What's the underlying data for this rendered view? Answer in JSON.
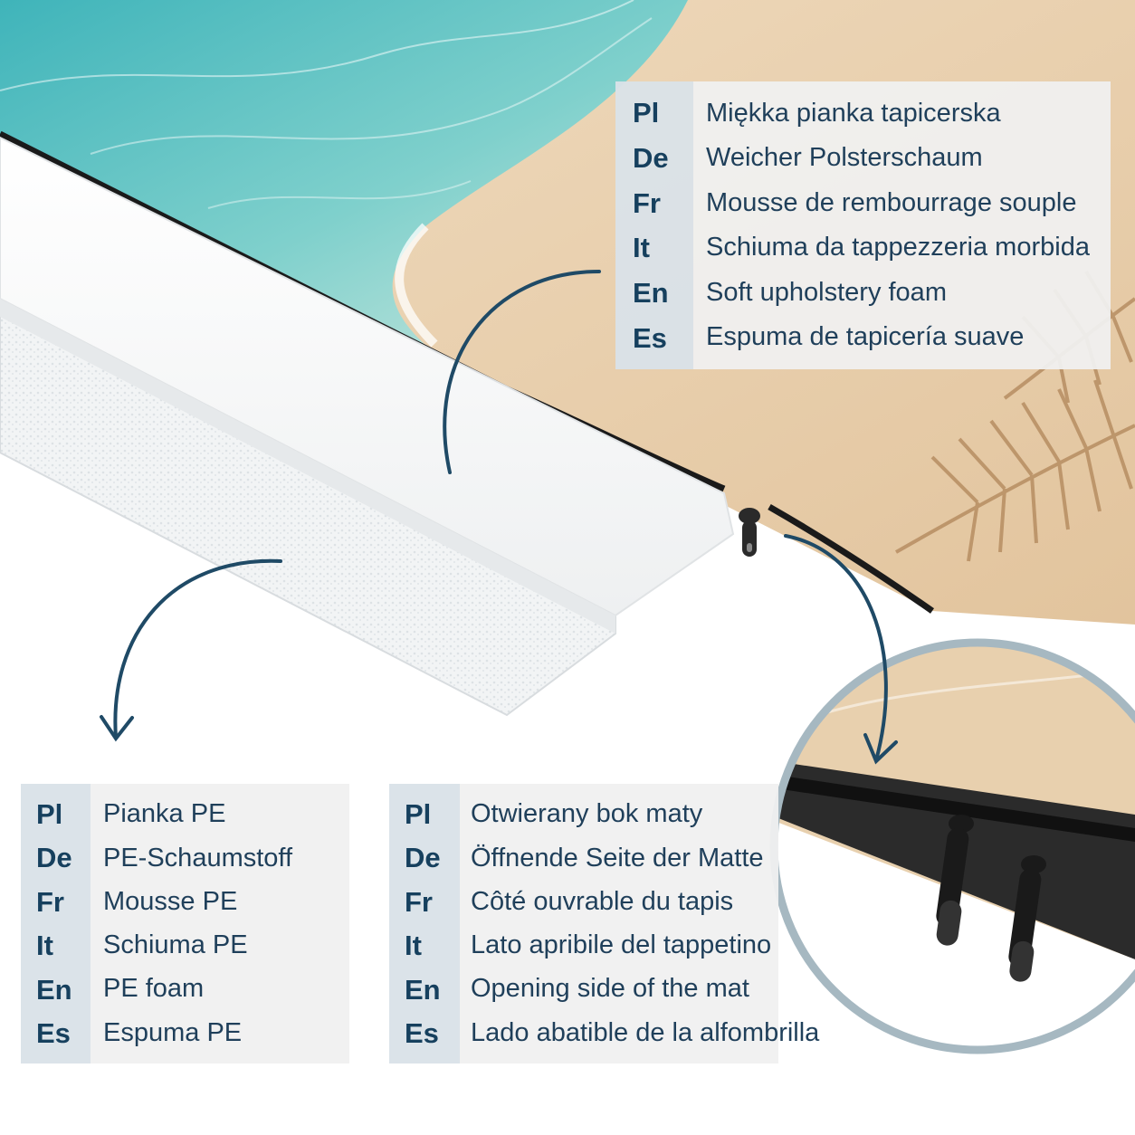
{
  "colors": {
    "accent": "#16405e",
    "arrow": "#1f4a66",
    "sea": "#5cc2c4",
    "sand": "#e8cfae",
    "zoom_ring": "#9fb3bd"
  },
  "icons": [
    "palm-leaf-icon",
    "zipper-icon",
    "arrow-icon"
  ],
  "tables": {
    "top": {
      "rows": [
        {
          "code": "Pl",
          "text": "Miękka pianka tapicerska"
        },
        {
          "code": "De",
          "text": "Weicher Polsterschaum"
        },
        {
          "code": "Fr",
          "text": "Mousse de rembourrage souple"
        },
        {
          "code": "It",
          "text": "Schiuma da tappezzeria morbida"
        },
        {
          "code": "En",
          "text": "Soft upholstery foam"
        },
        {
          "code": "Es",
          "text": "Espuma de tapicería suave"
        }
      ]
    },
    "left": {
      "rows": [
        {
          "code": "Pl",
          "text": "Pianka PE"
        },
        {
          "code": "De",
          "text": "PE-Schaumstoff"
        },
        {
          "code": "Fr",
          "text": "Mousse PE"
        },
        {
          "code": "It",
          "text": "Schiuma PE"
        },
        {
          "code": "En",
          "text": "PE foam"
        },
        {
          "code": "Es",
          "text": "Espuma PE"
        }
      ]
    },
    "middle": {
      "rows": [
        {
          "code": "Pl",
          "text": "Otwierany bok maty"
        },
        {
          "code": "De",
          "text": "Öffnende Seite der Matte"
        },
        {
          "code": "Fr",
          "text": "Côté ouvrable du tapis"
        },
        {
          "code": "It",
          "text": "Lato apribile del tappetino"
        },
        {
          "code": "En",
          "text": "Opening side of the mat"
        },
        {
          "code": "Es",
          "text": "Lado abatible de la alfombrilla"
        }
      ]
    }
  }
}
